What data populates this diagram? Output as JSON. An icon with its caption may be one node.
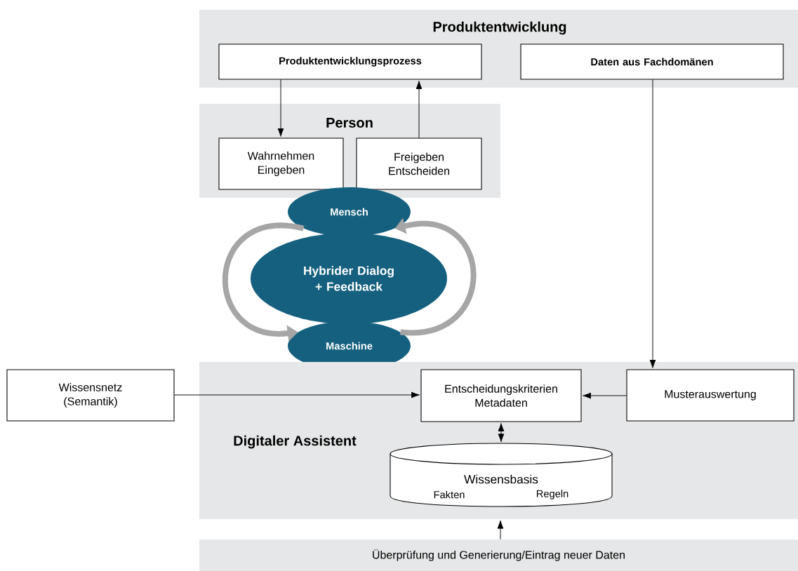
{
  "diagram": {
    "nodes": [
      {
        "text": [
          "Produktentwicklung"
        ]
      },
      {
        "text": [
          "Produktentwicklungsprozess"
        ],
        "in": 0
      },
      {
        "text": [
          "Daten aus Fachdomänen"
        ],
        "in": 0
      },
      {
        "text": [
          "Person"
        ]
      },
      {
        "text": [
          "Wahrnehmen Eingeben"
        ],
        "in": 3
      },
      {
        "text": [
          "Freigeben Entscheiden"
        ],
        "in": 3
      },
      {
        "text": [
          "Mensch"
        ]
      },
      {
        "text": [
          "Hybrider Dialog + Feedback"
        ]
      },
      {
        "text": [
          "Maschine"
        ]
      },
      {
        "text": [
          "Wissensnetz (Semantik)"
        ]
      },
      {
        "text": [
          "Digitaler Assistent"
        ]
      },
      {
        "text": [
          "Entscheidungskriterien Metadaten"
        ],
        "in": 10
      },
      {
        "text": [
          "Musterauswertung"
        ],
        "in": 10
      },
      {
        "text": [
          "Wissensbasis",
          "Fakten",
          "Regeln"
        ],
        "in": 10
      },
      {
        "text": [
          "Überprüfung und Generierung/Eintrag neuer Daten"
        ]
      }
    ],
    "edges": [
      {
        "from": 1,
        "to": 4,
        "arrow": "to"
      },
      {
        "from": 5,
        "to": 1,
        "arrow": "to"
      },
      {
        "from": 2,
        "to": 12,
        "arrow": "to"
      },
      {
        "from": 9,
        "to": 11,
        "arrow": "to"
      },
      {
        "from": 12,
        "to": 11,
        "arrow": "to"
      },
      {
        "from": 11,
        "to": 13,
        "arrow": "both"
      },
      {
        "from": 14,
        "to": 10,
        "arrow": "to"
      },
      {
        "from": 6,
        "to": 8,
        "arrow": "to",
        "style": "thick",
        "color": "#a6a6a6"
      },
      {
        "from": 8,
        "to": 6,
        "arrow": "to",
        "style": "thick",
        "color": "#a6a6a6"
      }
    ]
  }
}
